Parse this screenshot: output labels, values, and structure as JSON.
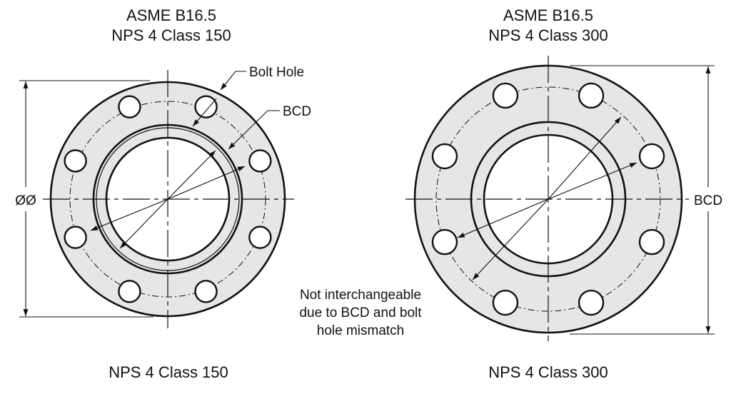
{
  "left_flange": {
    "standard": "ASME B16.5",
    "designation": "NPS 4 Class 150",
    "bottom_label": "NPS 4 Class 150",
    "outer_dim_label": "ØØ",
    "callout_bolt_hole": "Bolt Hole",
    "callout_bcd": "BCD",
    "bolt_count": 8
  },
  "right_flange": {
    "standard": "ASME B16.5",
    "designation": "NPS 4 Class 300",
    "bottom_label": "NPS 4 Class 300",
    "dim_label": "BCD",
    "bolt_count": 8
  },
  "note": {
    "line1": "Not interchangeable",
    "line2": "due to BCD and bolt",
    "line3": "hole mismatch"
  },
  "colors": {
    "flange_fill": "#e6e6e6",
    "line": "#111111",
    "background": "#ffffff"
  }
}
